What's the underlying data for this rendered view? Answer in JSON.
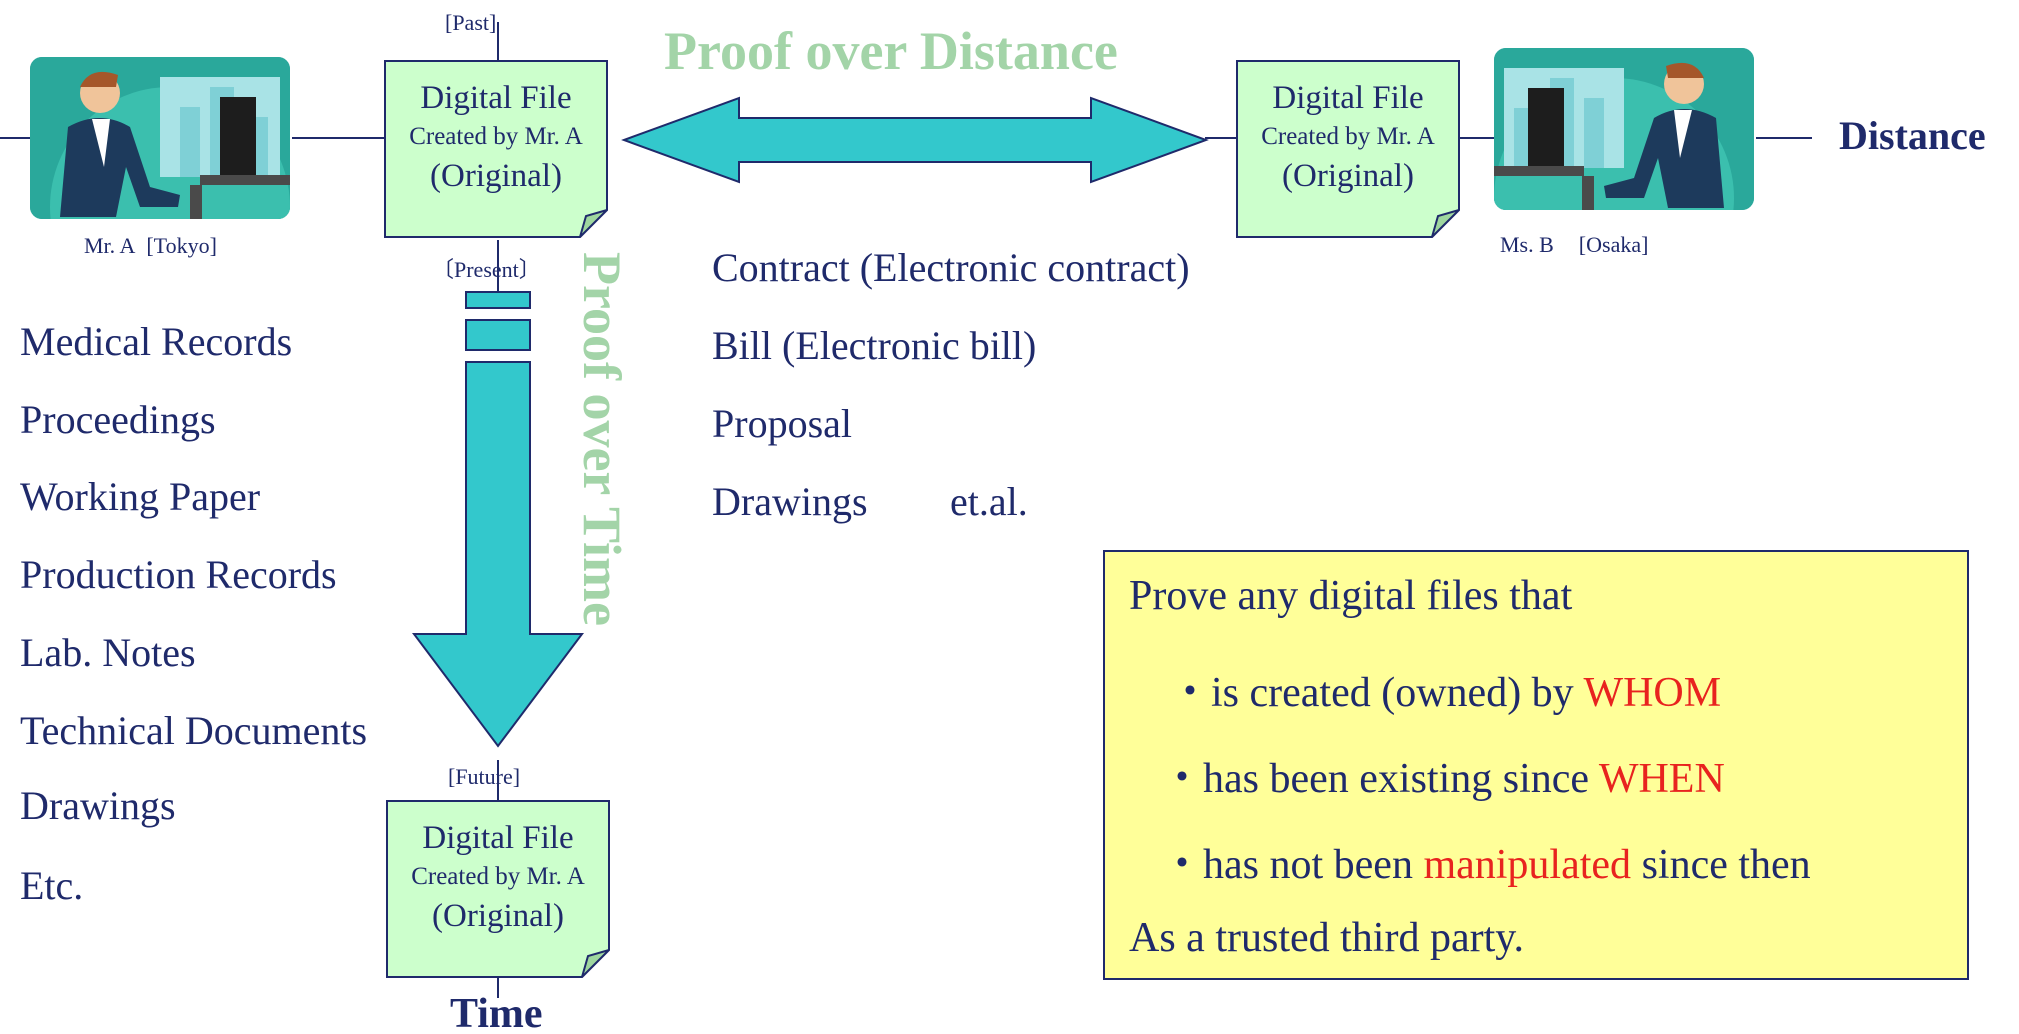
{
  "labels": {
    "past": "[Past]",
    "present": "〔Present〕",
    "future": "[Future]",
    "time": "Time",
    "distance": "Distance",
    "person_a": "Mr. A  [Tokyo]",
    "person_b_name": "Ms. B",
    "person_b_city": "[Osaka]"
  },
  "titles": {
    "proof_distance": "Proof over Distance",
    "proof_time": "Proof over Time"
  },
  "doc": {
    "line1": "Digital File",
    "line2": "Created by Mr. A",
    "line3": "(Original)"
  },
  "time_list": [
    "Medical Records",
    "Proceedings",
    "Working Paper",
    "Production Records",
    "Lab. Notes",
    "Technical Documents",
    "Drawings",
    "Etc."
  ],
  "distance_list": [
    "Contract (Electronic contract)",
    "Bill (Electronic bill)",
    "Proposal",
    "Drawings"
  ],
  "distance_list_suffix": "et.al.",
  "infobox": {
    "intro": "Prove any digital files that",
    "item1_prefix": "・is created (owned) by ",
    "item1_highlight": "WHOM",
    "item2_prefix": "・has been existing since ",
    "item2_highlight": "WHEN",
    "item3_prefix": "・has not been ",
    "item3_highlight": "manipulated",
    "item3_suffix": " since then",
    "outro": "As a trusted third party."
  },
  "colors": {
    "text_navy": "#1f2a6b",
    "arrow_teal": "#33c8cc",
    "doc_fill": "#ccffcc",
    "title_green": "#a3d4a8",
    "box_fill": "#ffff99",
    "highlight_red": "#e8231f"
  }
}
